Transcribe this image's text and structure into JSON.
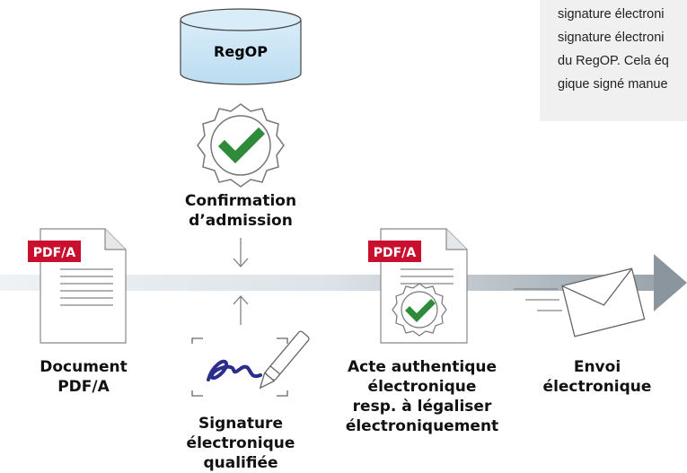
{
  "info_box": {
    "lines": [
      "signature électroni",
      "signature électroni",
      "du RegOP. Cela éq",
      "gique signé manue"
    ]
  },
  "database": {
    "label": "RegOP"
  },
  "confirmation": {
    "line1": "Confirmation",
    "line2": "d’admission"
  },
  "pdf_badge": "PDF/A",
  "document": {
    "line1": "Document",
    "line2": "PDF/A"
  },
  "signature": {
    "line1": "Signature",
    "line2": "électronique",
    "line3": "qualifiée"
  },
  "acte": {
    "line1": "Acte authentique",
    "line2": "électronique",
    "line3": "resp. à légaliser",
    "line4": "électroniquement"
  },
  "envoi": {
    "line1": "Envoi",
    "line2": "électronique"
  },
  "colors": {
    "badge_red": "#c8102e",
    "check_green": "#2e8b3a",
    "db_blue": "#cfe6f6",
    "flow_bar": "#dfe6ec",
    "arrow_gray": "#8a959d"
  }
}
